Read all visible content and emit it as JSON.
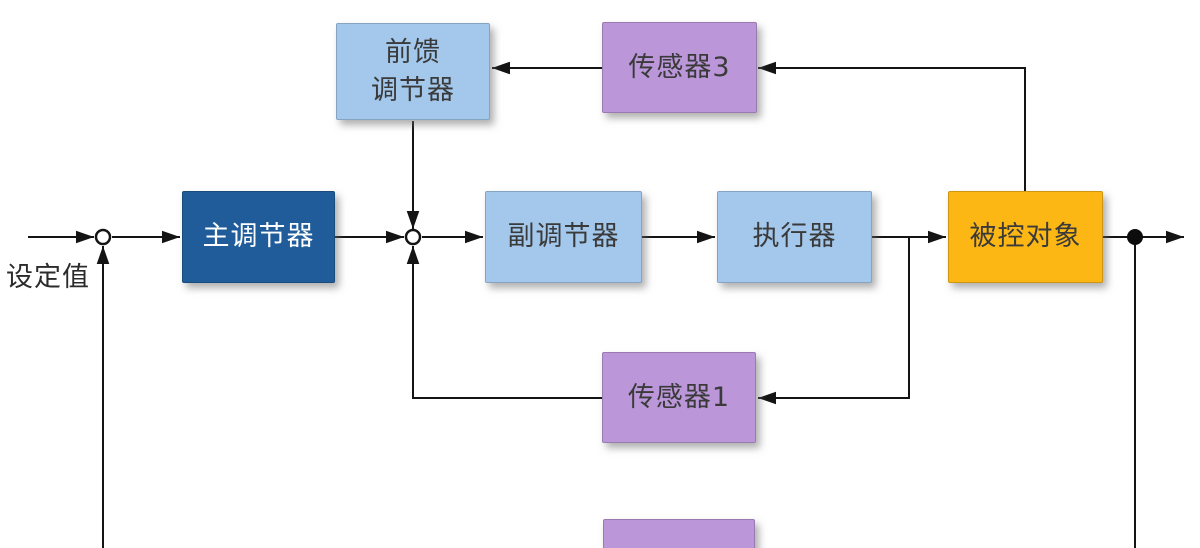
{
  "diagram": {
    "type": "control-system-block-diagram",
    "setpoint_label": "设定值",
    "nodes": {
      "main_controller": {
        "label": "主调节器",
        "fill": "#1F5C99",
        "text_color": "#FFFFFF"
      },
      "feedforward_controller": {
        "label": "前馈\n调节器",
        "fill": "#A3C8EC",
        "text_color": "#3A3A3A"
      },
      "secondary_controller": {
        "label": "副调节器",
        "fill": "#A3C8EC",
        "text_color": "#3A3A3A"
      },
      "actuator": {
        "label": "执行器",
        "fill": "#A3C8EC",
        "text_color": "#3A3A3A"
      },
      "plant": {
        "label": "被控对象",
        "fill": "#FCB714",
        "text_color": "#3A3A3A"
      },
      "sensor3": {
        "label": "传感器3",
        "fill": "#BB97D9",
        "text_color": "#3A3A3A"
      },
      "sensor1": {
        "label": "传感器1",
        "fill": "#BB97D9",
        "text_color": "#3A3A3A"
      },
      "sensor_partial": {
        "label": "",
        "fill": "#BB97D9",
        "text_color": "#3A3A3A"
      }
    },
    "junctions": {
      "summing_junction_1": "circle",
      "summing_junction_2": "circle",
      "output_branch_dot": "filled-dot"
    },
    "connections": [
      {
        "from": "setpoint-input",
        "to": "summing-junction-1",
        "arrow": true
      },
      {
        "from": "summing-junction-1",
        "to": "main_controller",
        "arrow": true
      },
      {
        "from": "main_controller",
        "to": "summing-junction-2",
        "arrow": true
      },
      {
        "from": "feedforward_controller",
        "to": "summing-junction-2",
        "arrow": true
      },
      {
        "from": "summing-junction-2",
        "to": "secondary_controller",
        "arrow": true
      },
      {
        "from": "secondary_controller",
        "to": "actuator",
        "arrow": true
      },
      {
        "from": "actuator",
        "to": "plant",
        "arrow": true
      },
      {
        "from": "actuator-output-branch",
        "to": "sensor1",
        "arrow": true
      },
      {
        "from": "sensor1",
        "to": "summing-junction-2",
        "arrow": true
      },
      {
        "from": "plant",
        "to": "output",
        "arrow": true
      },
      {
        "from": "plant-top",
        "to": "sensor3",
        "arrow": true
      },
      {
        "from": "sensor3",
        "to": "feedforward_controller",
        "arrow": true
      },
      {
        "from": "output-branch-dot",
        "to": "bottom-feedback-line",
        "arrow": false
      },
      {
        "from": "bottom-feedback-line",
        "to": "summing-junction-1",
        "arrow": true
      }
    ],
    "colors": {
      "dark_blue": "#1F5C99",
      "light_blue": "#A3C8EC",
      "purple": "#BB97D9",
      "orange": "#FCB714",
      "wire": "#141414",
      "background": "#FFFFFF"
    }
  }
}
